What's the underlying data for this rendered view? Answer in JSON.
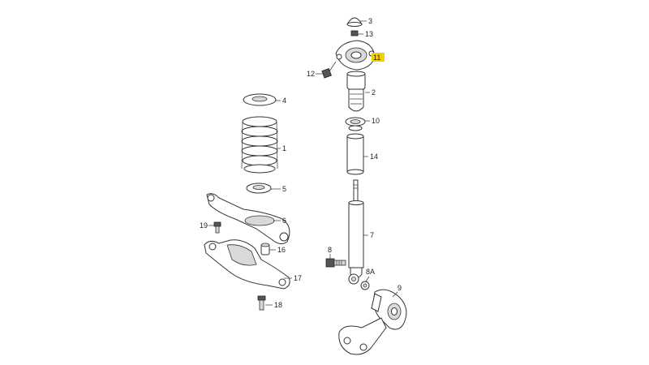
{
  "callouts": {
    "p1": "1",
    "p2": "2",
    "p3": "3",
    "p4": "4",
    "p5": "5",
    "p6": "6",
    "p7": "7",
    "p8": "8",
    "p8a": "8A",
    "p9": "9",
    "p10": "10",
    "p11": "11",
    "p12": "12",
    "p13": "13",
    "p14": "14",
    "p16": "16",
    "p17": "17",
    "p18": "18",
    "p19": "19"
  },
  "colors": {
    "highlight": "#f5d000",
    "line": "#333333",
    "shade": "#d9d9d9"
  }
}
